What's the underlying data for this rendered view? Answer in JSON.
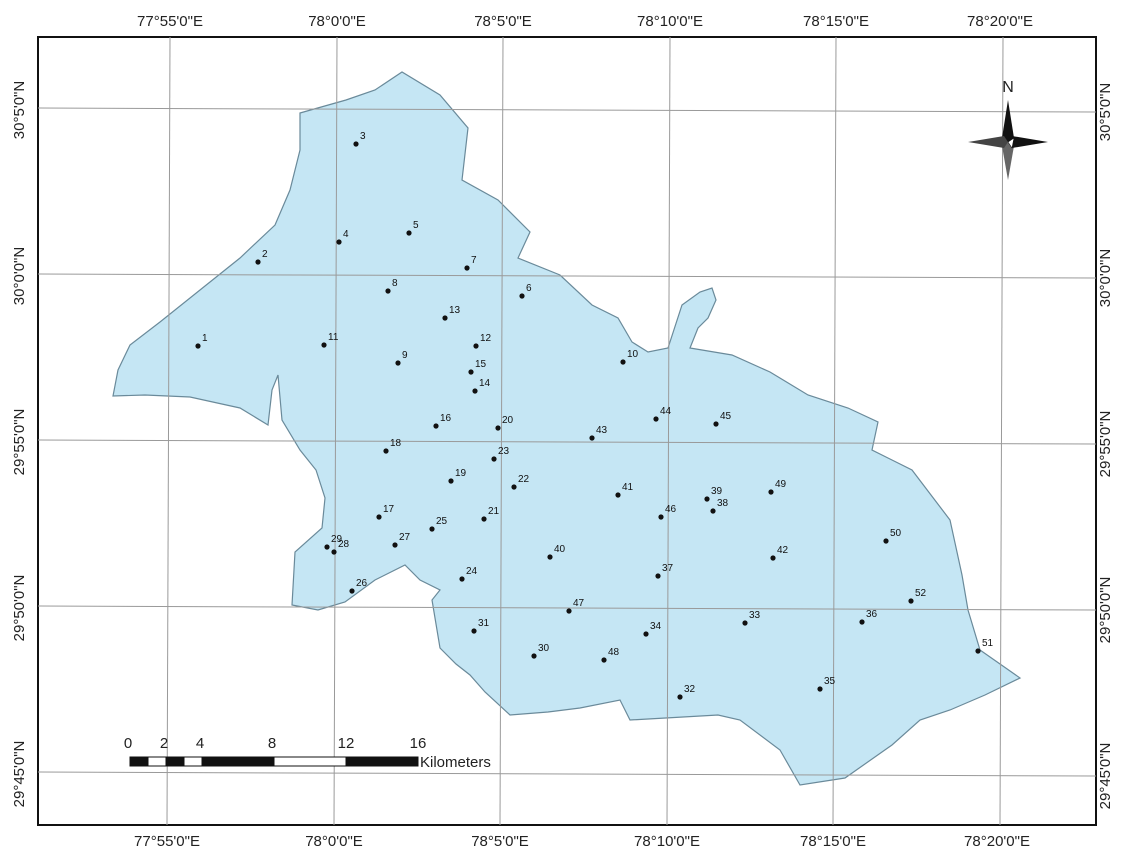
{
  "map": {
    "top_ticks": [
      "77°55'0\"E",
      "78°0'0\"E",
      "78°5'0\"E",
      "78°10'0\"E",
      "78°15'0\"E",
      "78°20'0\"E"
    ],
    "bottom_ticks": [
      "77°55'0\"E",
      "78°0'0\"E",
      "78°5'0\"E",
      "78°10'0\"E",
      "78°15'0\"E",
      "78°20'0\"E"
    ],
    "left_ticks": [
      "30°5'0\"N",
      "30°0'0\"N",
      "29°55'0\"N",
      "29°50'0\"N",
      "29°45'0\"N"
    ],
    "right_ticks": [
      "30°5'0\"N",
      "30°0'0\"N",
      "29°55'0\"N",
      "29°50'0\"N",
      "29°45'0\"N"
    ],
    "north_arrow": {
      "label": "N",
      "icon": "north-arrow-icon"
    },
    "scale_bar": {
      "ticks": [
        "0",
        "2",
        "4",
        "8",
        "12",
        "16"
      ],
      "unit": "Kilometers"
    },
    "colors": {
      "area_fill": "#c5e6f4",
      "area_stroke": "#6a8a9a",
      "grid": "#9a9a9a",
      "point": "#111111"
    },
    "sample_points": [
      "1",
      "2",
      "3",
      "4",
      "5",
      "6",
      "7",
      "8",
      "9",
      "10",
      "11",
      "12",
      "13",
      "14",
      "15",
      "16",
      "17",
      "18",
      "19",
      "20",
      "21",
      "22",
      "23",
      "24",
      "25",
      "26",
      "27",
      "28",
      "29",
      "30",
      "31",
      "32",
      "33",
      "34",
      "35",
      "36",
      "37",
      "38",
      "39",
      "40",
      "41",
      "42",
      "43",
      "44",
      "45",
      "46",
      "47",
      "48",
      "49",
      "50",
      "51",
      "52"
    ]
  }
}
